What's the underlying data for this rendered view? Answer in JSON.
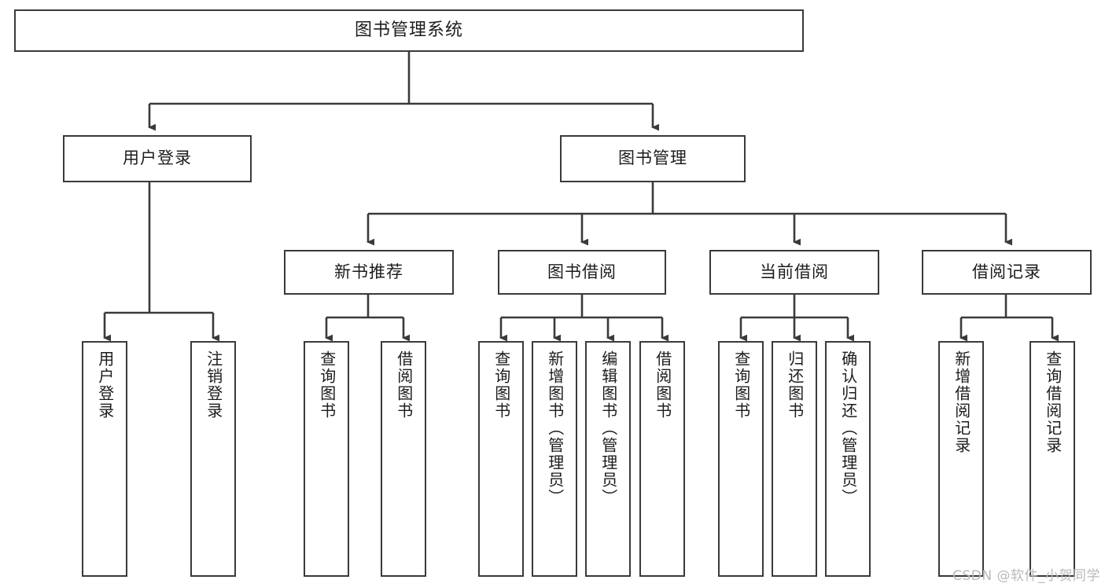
{
  "diagram": {
    "title": "图书管理系统",
    "type": "tree-hierarchy",
    "watermark": "CSDN @软件_小贺同学",
    "colors": {
      "stroke": "#3a3a3a",
      "fill": "#ffffff",
      "text": "#1c1c1c",
      "watermark": "#b9b9b9"
    },
    "nodes": {
      "root": {
        "label": "图书管理系统"
      },
      "level1": [
        {
          "label": "用户登录"
        },
        {
          "label": "图书管理"
        }
      ],
      "level2": [
        {
          "label": "新书推荐"
        },
        {
          "label": "图书借阅"
        },
        {
          "label": "当前借阅"
        },
        {
          "label": "借阅记录"
        }
      ],
      "leaves": {
        "user_login": [
          {
            "label": "用户登录"
          },
          {
            "label": "注销登录"
          }
        ],
        "new_book_recommend": [
          {
            "label": "查询图书"
          },
          {
            "label": "借阅图书"
          }
        ],
        "book_borrow": [
          {
            "label": "查询图书"
          },
          {
            "label": "新增图书（管理员）"
          },
          {
            "label": "编辑图书（管理员）"
          },
          {
            "label": "借阅图书"
          }
        ],
        "current_borrow": [
          {
            "label": "查询图书"
          },
          {
            "label": "归还图书"
          },
          {
            "label": "确认归还（管理员）"
          }
        ],
        "borrow_records": [
          {
            "label": "新增借阅记录"
          },
          {
            "label": "查询借阅记录"
          }
        ]
      }
    }
  }
}
